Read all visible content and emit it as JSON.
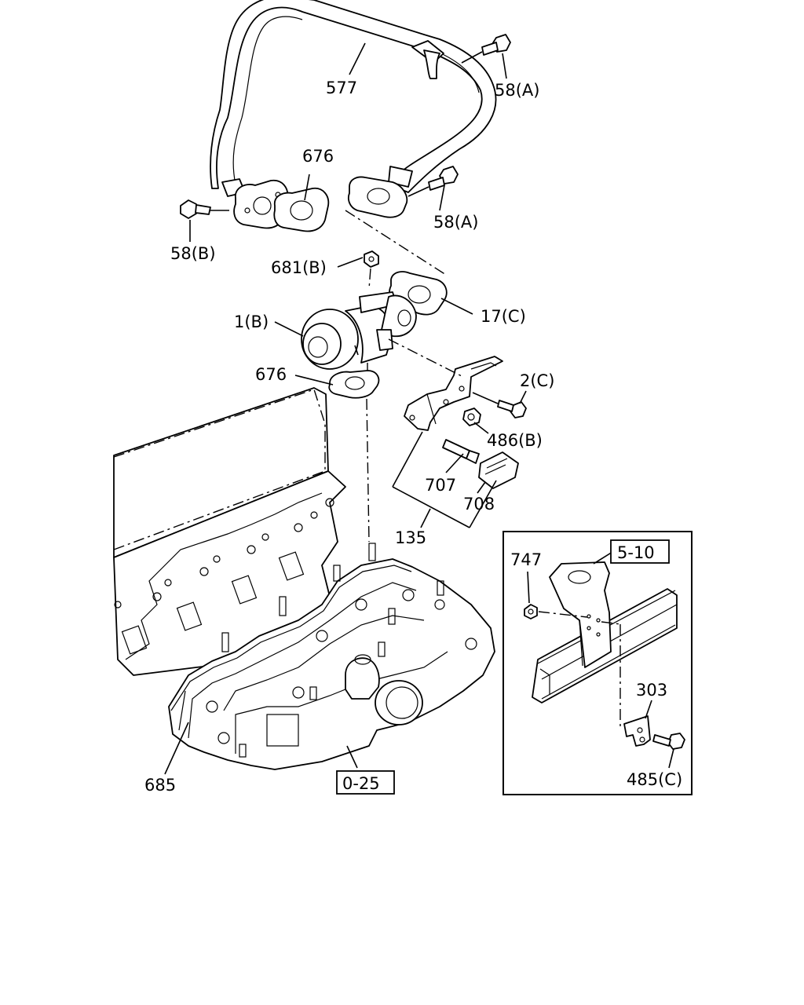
{
  "callouts": {
    "c577": "577",
    "c58a_top": "58(A)",
    "c676_top": "676",
    "c58a_mid": "58(A)",
    "c58b": "58(B)",
    "c681b": "681(B)",
    "c17c": "17(C)",
    "c1b": "1(B)",
    "c676_mid": "676",
    "c2c": "2(C)",
    "c486b": "486(B)",
    "c707": "707",
    "c708": "708",
    "c135": "135",
    "c747": "747",
    "c303": "303",
    "c485c": "485(C)",
    "c685": "685"
  },
  "refs": {
    "ref510": "5-10",
    "ref025": "0-25"
  }
}
